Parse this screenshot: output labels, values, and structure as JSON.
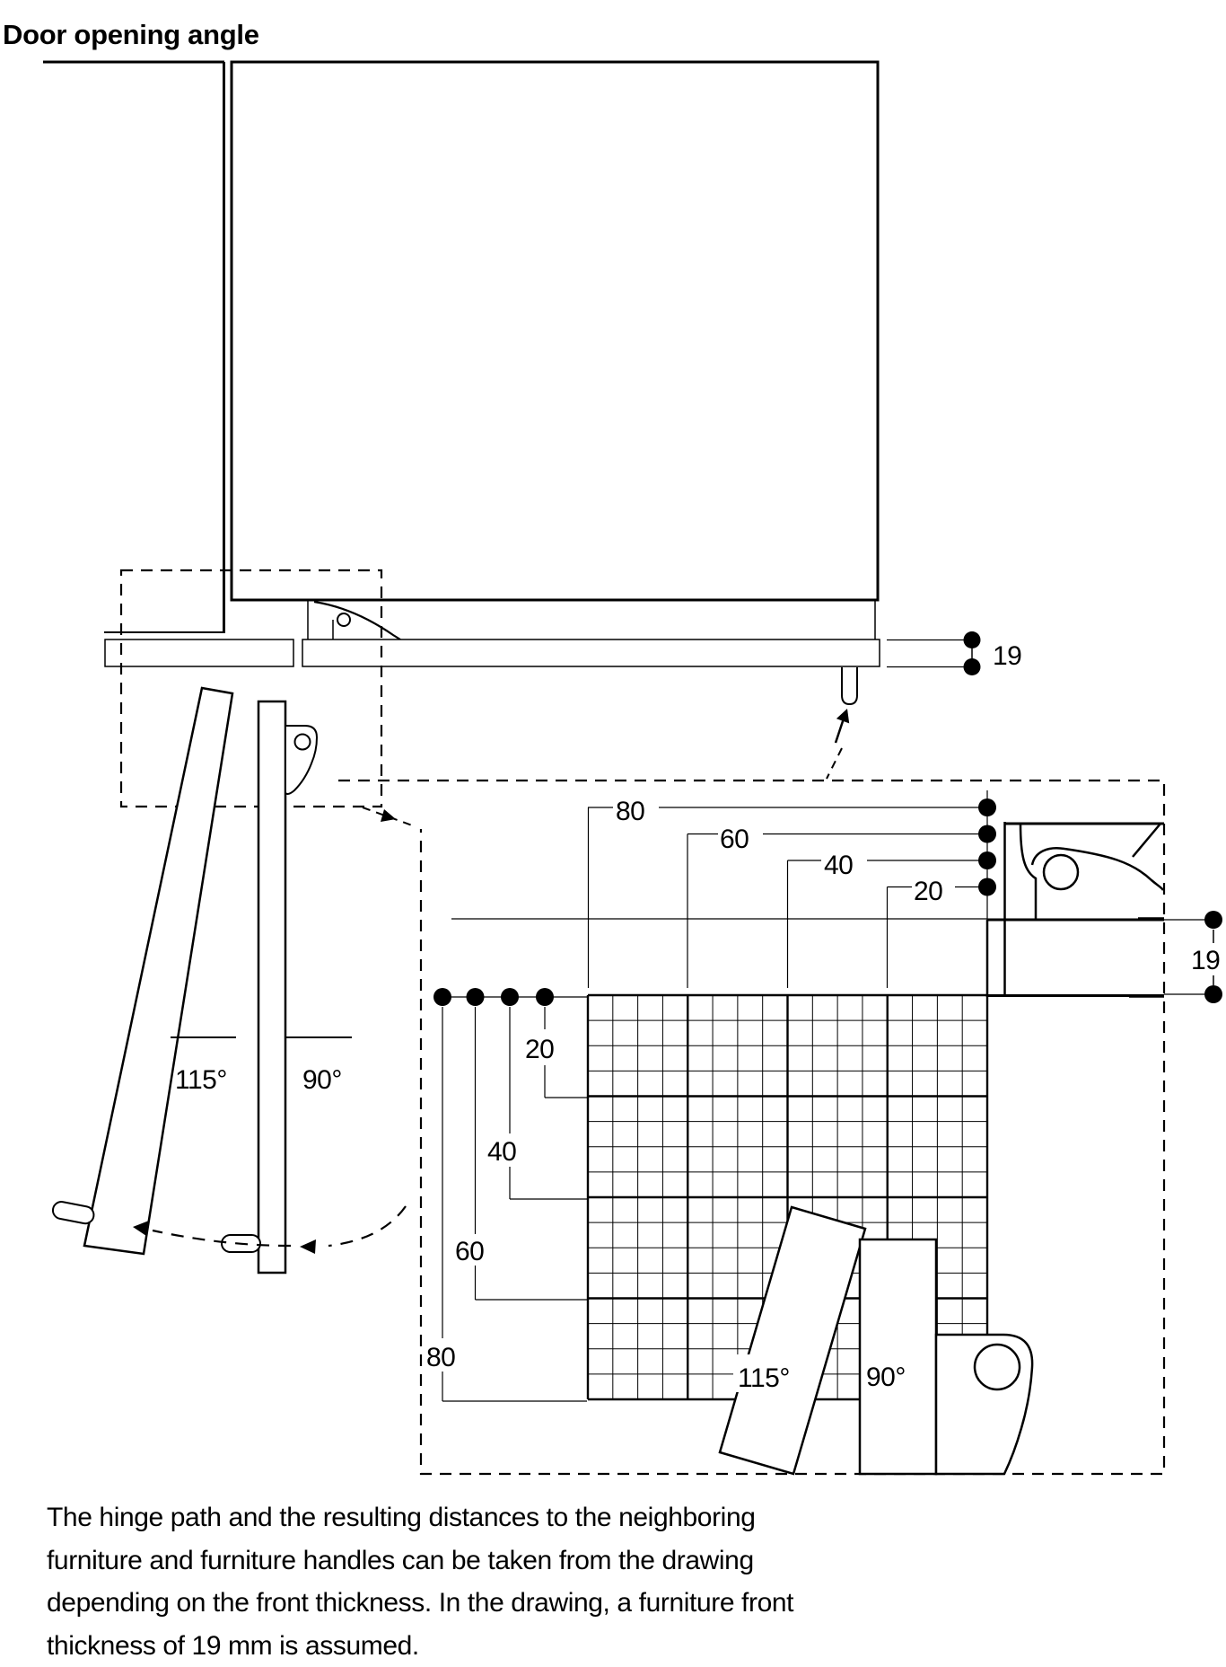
{
  "page": {
    "title": "Door opening angle",
    "background": "#ffffff",
    "line_color": "#000000"
  },
  "main_view": {
    "front_thickness": "19",
    "angle_open": "115°",
    "angle_right": "90°"
  },
  "detail_view": {
    "top_distances": [
      "80",
      "60",
      "40",
      "20"
    ],
    "front_distances": [
      "20",
      "40",
      "60",
      "80"
    ],
    "front_thickness": "19",
    "angle_open": "115°",
    "angle_right": "90°"
  },
  "footer": {
    "lines": [
      "The hinge path and the resulting distances to the neighboring",
      "furniture and furniture handles can be taken from the drawing",
      "depending on the front thickness. In the drawing, a furniture front",
      "thickness of 19 mm is assumed."
    ]
  }
}
